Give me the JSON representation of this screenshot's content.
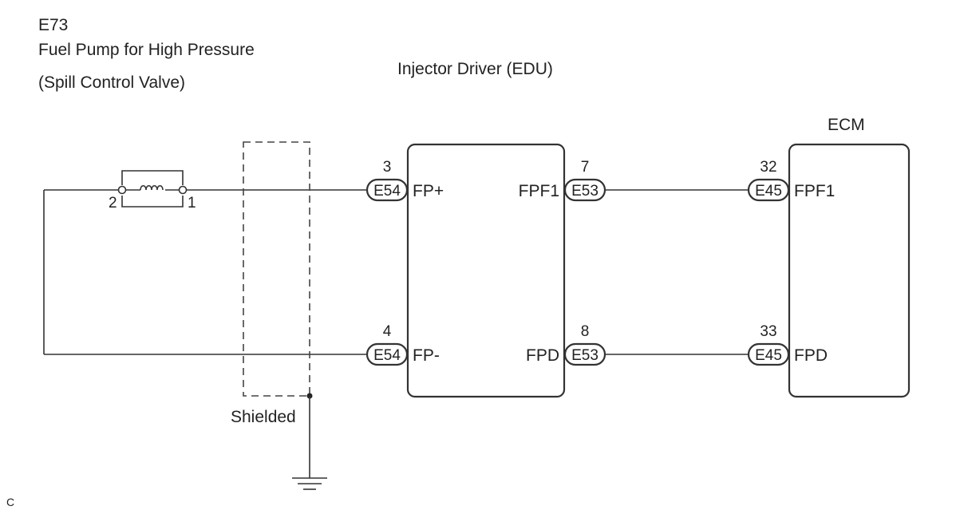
{
  "pump": {
    "code": "E73",
    "name": "Fuel Pump for High Pressure",
    "subname": "(Spill Control Valve)",
    "pin_left": "2",
    "pin_right": "1"
  },
  "edu": {
    "title": "Injector Driver (EDU)",
    "in_top": {
      "pin": "3",
      "connector": "E54",
      "terminal": "FP+"
    },
    "in_bottom": {
      "pin": "4",
      "connector": "E54",
      "terminal": "FP-"
    },
    "out_top": {
      "pin": "7",
      "connector": "E53",
      "terminal": "FPF1"
    },
    "out_bottom": {
      "pin": "8",
      "connector": "E53",
      "terminal": "FPD"
    }
  },
  "ecm": {
    "title": "ECM",
    "top": {
      "pin": "32",
      "connector": "E45",
      "terminal": "FPF1"
    },
    "bottom": {
      "pin": "33",
      "connector": "E45",
      "terminal": "FPD"
    }
  },
  "shield_label": "Shielded",
  "corner_mark": "C"
}
